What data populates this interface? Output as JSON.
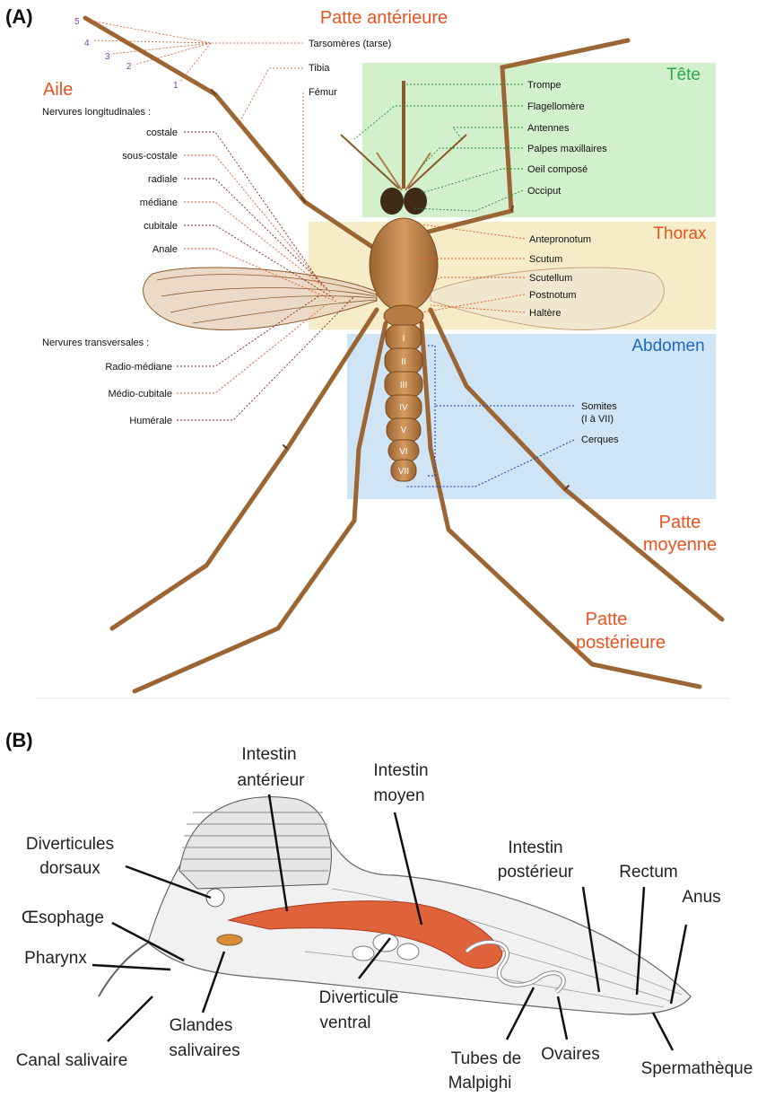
{
  "panel_a": {
    "label": "(A)",
    "sections": {
      "tete": "Tête",
      "thorax": "Thorax",
      "abdomen": "Abdomen"
    },
    "section_colors": {
      "tete": "#2aa84a",
      "thorax": "#e8531f",
      "abdomen": "#1a6ac0"
    },
    "legs": {
      "anterieure": "Patte antérieure",
      "moyenne_1": "Patte",
      "moyenne_2": "moyenne",
      "posterieure_1": "Patte",
      "posterieure_2": "postérieure"
    },
    "leg_parts": [
      "Tarsomères (tarse)",
      "Tibia",
      "Fémur"
    ],
    "tarsomere_numbers": [
      "5",
      "4",
      "3",
      "2",
      "1"
    ],
    "wing": {
      "title": "Aile",
      "longitudinal_heading": "Nervures longitudinales :",
      "longitudinal": [
        "costale",
        "sous-costale",
        "radiale",
        "médiane",
        "cubitale",
        "Anale"
      ],
      "transverse_heading": "Nervures transversales :",
      "transverse": [
        "Radio-médiane",
        "Médio-cubitale",
        "Humérale"
      ]
    },
    "head_parts": [
      "Trompe",
      "Flagellomère",
      "Antennes",
      "Palpes maxillaires",
      "Oeil composé",
      "Occiput"
    ],
    "thorax_parts": [
      "Antepronotum",
      "Scutum",
      "Scutellum",
      "Postnotum",
      "Haltère"
    ],
    "abdomen_parts": {
      "somites_1": "Somites",
      "somites_2": "(I à VII)",
      "cerques": "Cerques"
    },
    "segment_numerals": [
      "I",
      "II",
      "III",
      "IV",
      "V",
      "VI",
      "VII"
    ]
  },
  "panel_b": {
    "label": "(B)",
    "labels": {
      "intestin_anterieur_1": "Intestin",
      "intestin_anterieur_2": "antérieur",
      "intestin_moyen_1": "Intestin",
      "intestin_moyen_2": "moyen",
      "diverticules_dorsaux_1": "Diverticules",
      "diverticules_dorsaux_2": "dorsaux",
      "oesophage": "Œsophage",
      "pharynx": "Pharynx",
      "canal_salivaire": "Canal salivaire",
      "glandes_1": "Glandes",
      "glandes_2": "salivaires",
      "diverticule_ventral_1": "Diverticule",
      "diverticule_ventral_2": "ventral",
      "intestin_posterieur_1": "Intestin",
      "intestin_posterieur_2": "postérieur",
      "rectum": "Rectum",
      "anus": "Anus",
      "tubes_1": "Tubes de",
      "tubes_2": "Malpighi",
      "ovaires": "Ovaires",
      "spermatheque": "Spermathèque"
    }
  }
}
